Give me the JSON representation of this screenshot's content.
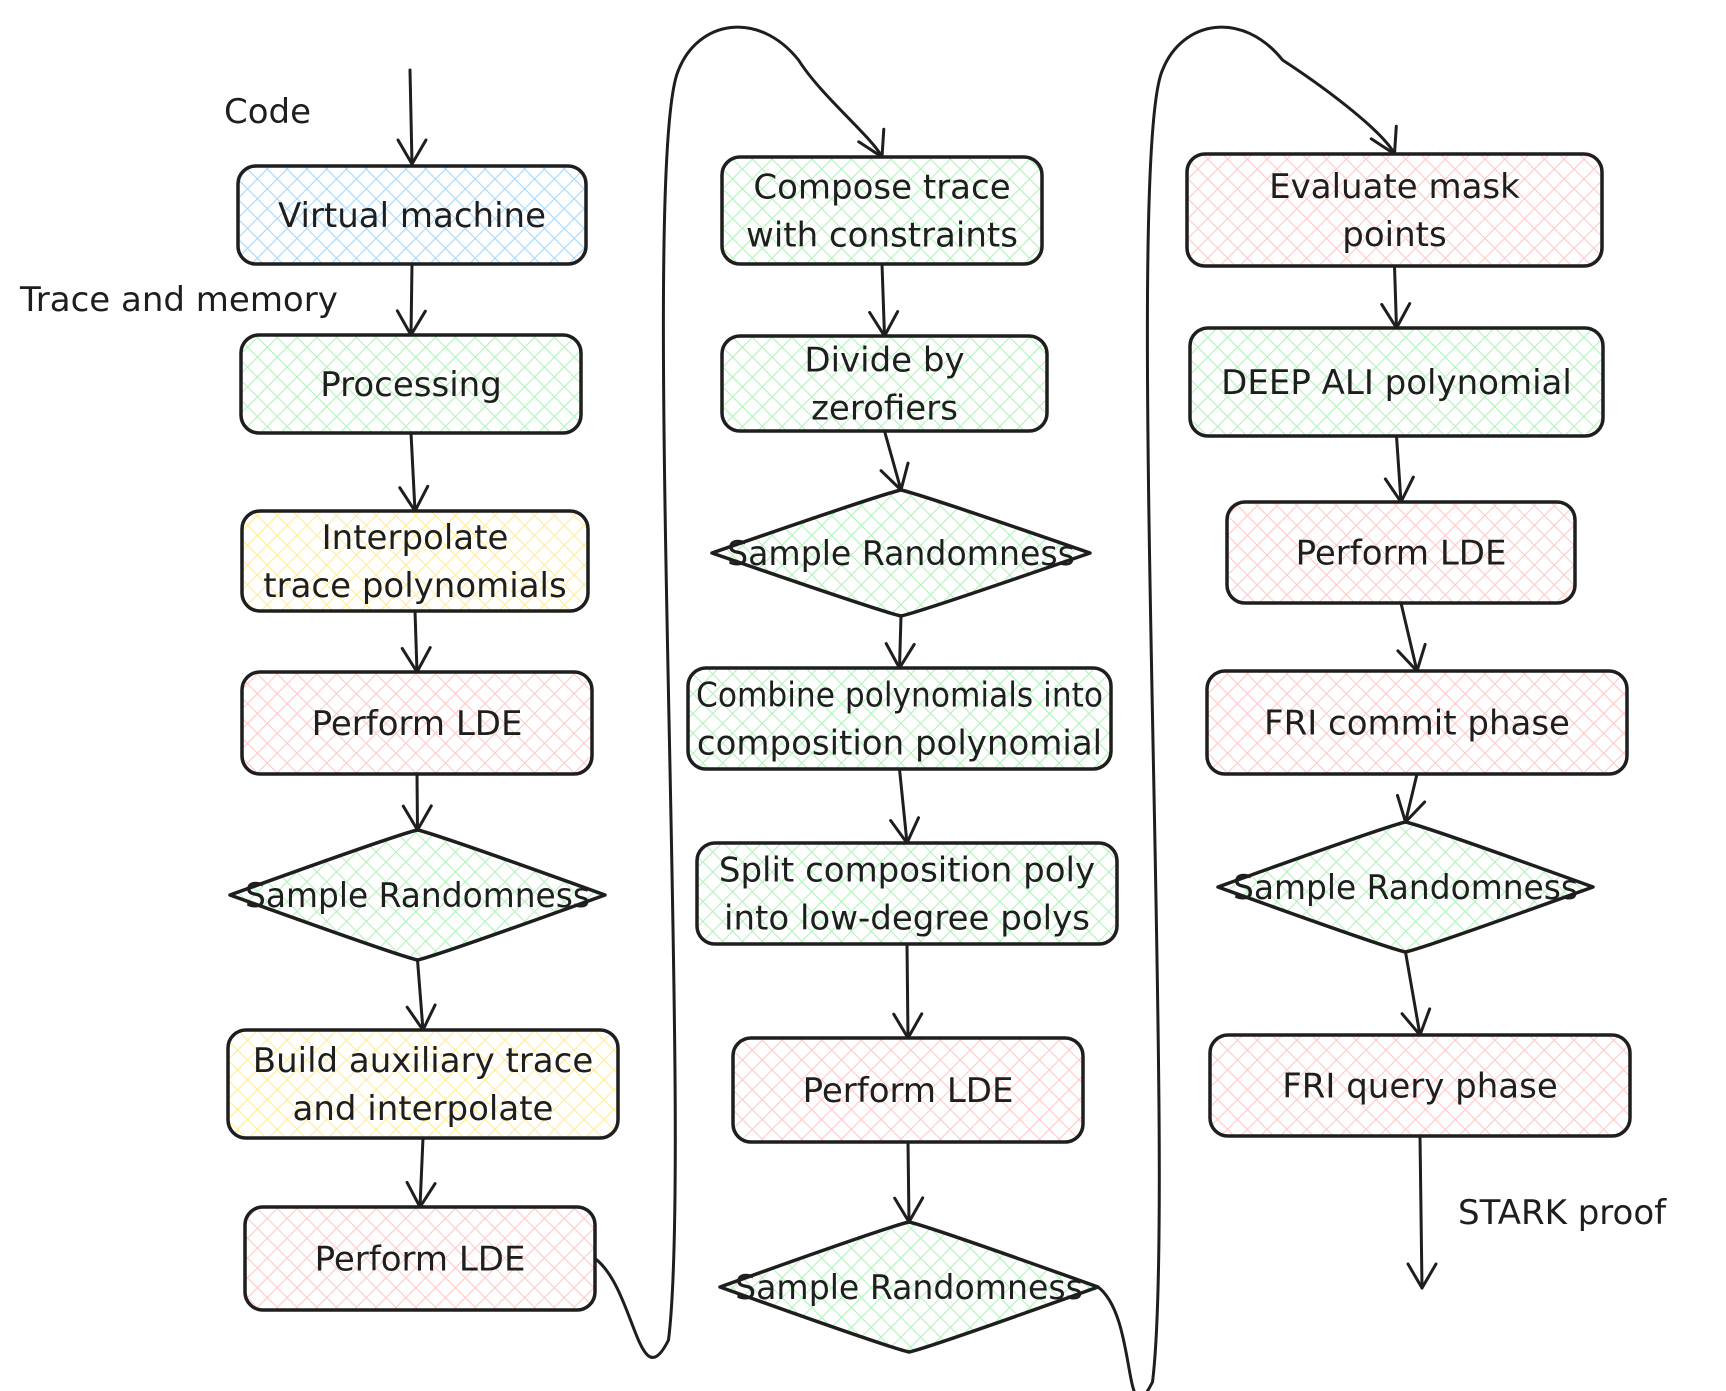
{
  "palette": {
    "stroke": "#1e1e1e",
    "blue": "#a5d8ff",
    "green": "#b2f2bb",
    "yellow": "#ffec99",
    "red": "#ffc9c9"
  },
  "labels": {
    "code": "Code",
    "trace_memory": "Trace and memory",
    "stark_proof": "STARK proof"
  },
  "nodes": [
    {
      "id": "virtual-machine",
      "shape": "rect",
      "color": "blue",
      "lines": [
        "Virtual machine"
      ]
    },
    {
      "id": "processing",
      "shape": "rect",
      "color": "green",
      "lines": [
        "Processing"
      ]
    },
    {
      "id": "interpolate-trace",
      "shape": "rect",
      "color": "yellow",
      "lines": [
        "Interpolate",
        "trace polynomials"
      ]
    },
    {
      "id": "lde-1",
      "shape": "rect",
      "color": "red",
      "lines": [
        "Perform LDE"
      ]
    },
    {
      "id": "sample-1",
      "shape": "diamond",
      "color": "green",
      "lines": [
        "Sample Randomness"
      ]
    },
    {
      "id": "build-aux",
      "shape": "rect",
      "color": "yellow",
      "lines": [
        "Build auxiliary trace",
        "and interpolate"
      ]
    },
    {
      "id": "lde-2",
      "shape": "rect",
      "color": "red",
      "lines": [
        "Perform LDE"
      ]
    },
    {
      "id": "compose-trace",
      "shape": "rect",
      "color": "green",
      "lines": [
        "Compose trace",
        "with constraints"
      ]
    },
    {
      "id": "divide-zerofiers",
      "shape": "rect",
      "color": "green",
      "lines": [
        "Divide by",
        "zerofiers"
      ]
    },
    {
      "id": "sample-2",
      "shape": "diamond",
      "color": "green",
      "lines": [
        "Sample Randomness"
      ]
    },
    {
      "id": "combine-polys",
      "shape": "rect",
      "color": "green",
      "lines": [
        "Combine polynomials into",
        "composition polynomial"
      ]
    },
    {
      "id": "split-composition",
      "shape": "rect",
      "color": "green",
      "lines": [
        "Split composition poly",
        "into low-degree polys"
      ]
    },
    {
      "id": "lde-3",
      "shape": "rect",
      "color": "red",
      "lines": [
        "Perform LDE"
      ]
    },
    {
      "id": "sample-3",
      "shape": "diamond",
      "color": "green",
      "lines": [
        "Sample Randomness"
      ]
    },
    {
      "id": "evaluate-mask",
      "shape": "rect",
      "color": "red",
      "lines": [
        "Evaluate mask",
        "points"
      ]
    },
    {
      "id": "deep-ali",
      "shape": "rect",
      "color": "green",
      "lines": [
        "DEEP ALI polynomial"
      ]
    },
    {
      "id": "lde-4",
      "shape": "rect",
      "color": "red",
      "lines": [
        "Perform LDE"
      ]
    },
    {
      "id": "fri-commit",
      "shape": "rect",
      "color": "red",
      "lines": [
        "FRI commit phase"
      ]
    },
    {
      "id": "sample-4",
      "shape": "diamond",
      "color": "green",
      "lines": [
        "Sample Randomness"
      ]
    },
    {
      "id": "fri-query",
      "shape": "rect",
      "color": "red",
      "lines": [
        "FRI query phase"
      ]
    }
  ],
  "edges": [
    [
      "virtual-machine",
      "processing"
    ],
    [
      "processing",
      "interpolate-trace"
    ],
    [
      "interpolate-trace",
      "lde-1"
    ],
    [
      "lde-1",
      "sample-1"
    ],
    [
      "sample-1",
      "build-aux"
    ],
    [
      "build-aux",
      "lde-2"
    ],
    [
      "lde-2",
      "compose-trace"
    ],
    [
      "compose-trace",
      "divide-zerofiers"
    ],
    [
      "divide-zerofiers",
      "sample-2"
    ],
    [
      "sample-2",
      "combine-polys"
    ],
    [
      "combine-polys",
      "split-composition"
    ],
    [
      "split-composition",
      "lde-3"
    ],
    [
      "lde-3",
      "sample-3"
    ],
    [
      "sample-3",
      "evaluate-mask"
    ],
    [
      "evaluate-mask",
      "deep-ali"
    ],
    [
      "deep-ali",
      "lde-4"
    ],
    [
      "lde-4",
      "fri-commit"
    ],
    [
      "fri-commit",
      "sample-4"
    ],
    [
      "sample-4",
      "fri-query"
    ]
  ]
}
